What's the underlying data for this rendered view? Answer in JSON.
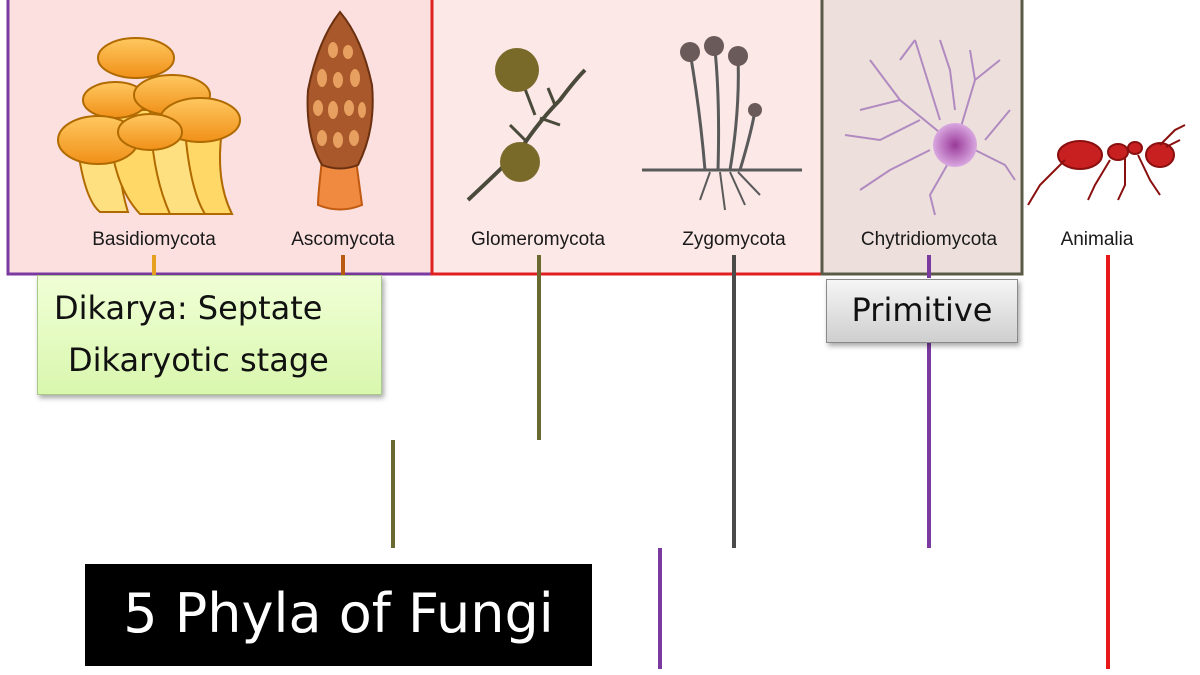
{
  "phyla": [
    {
      "label": "Basidiomycota"
    },
    {
      "label": "Ascomycota"
    },
    {
      "label": "Glomeromycota"
    },
    {
      "label": "Zygomycota"
    },
    {
      "label": "Chytridiomycota"
    }
  ],
  "outgroup": {
    "label": "Animalia"
  },
  "callouts": {
    "dikarya_line1": "Dikarya: Septate",
    "dikarya_line2": "Dikaryotic stage",
    "primitive": "Primitive"
  },
  "title": "5 Phyla of Fungi",
  "colors": {
    "dikarya_panel": "#fce0e0",
    "dikarya_border": "#7a3aa0",
    "middle_panel": "#fde8e8",
    "middle_border": "#e02020",
    "chytrid_panel": "#ede0dc",
    "chytrid_border": "#5a5a48",
    "basidio_branch": "#e8a020",
    "asco_branch": "#b85a10",
    "glomero_branch": "#6a6a30",
    "zygo_branch": "#4a4a4a",
    "chytrid_branch": "#7a3aa0",
    "animalia_branch": "#e81818"
  },
  "icons": [
    "orange-mushroom-cluster-icon",
    "morel-icon",
    "glomeromycota-hyphae-icon",
    "zygomycota-sporangia-icon",
    "chytrid-cell-icon",
    "red-ant-icon"
  ]
}
